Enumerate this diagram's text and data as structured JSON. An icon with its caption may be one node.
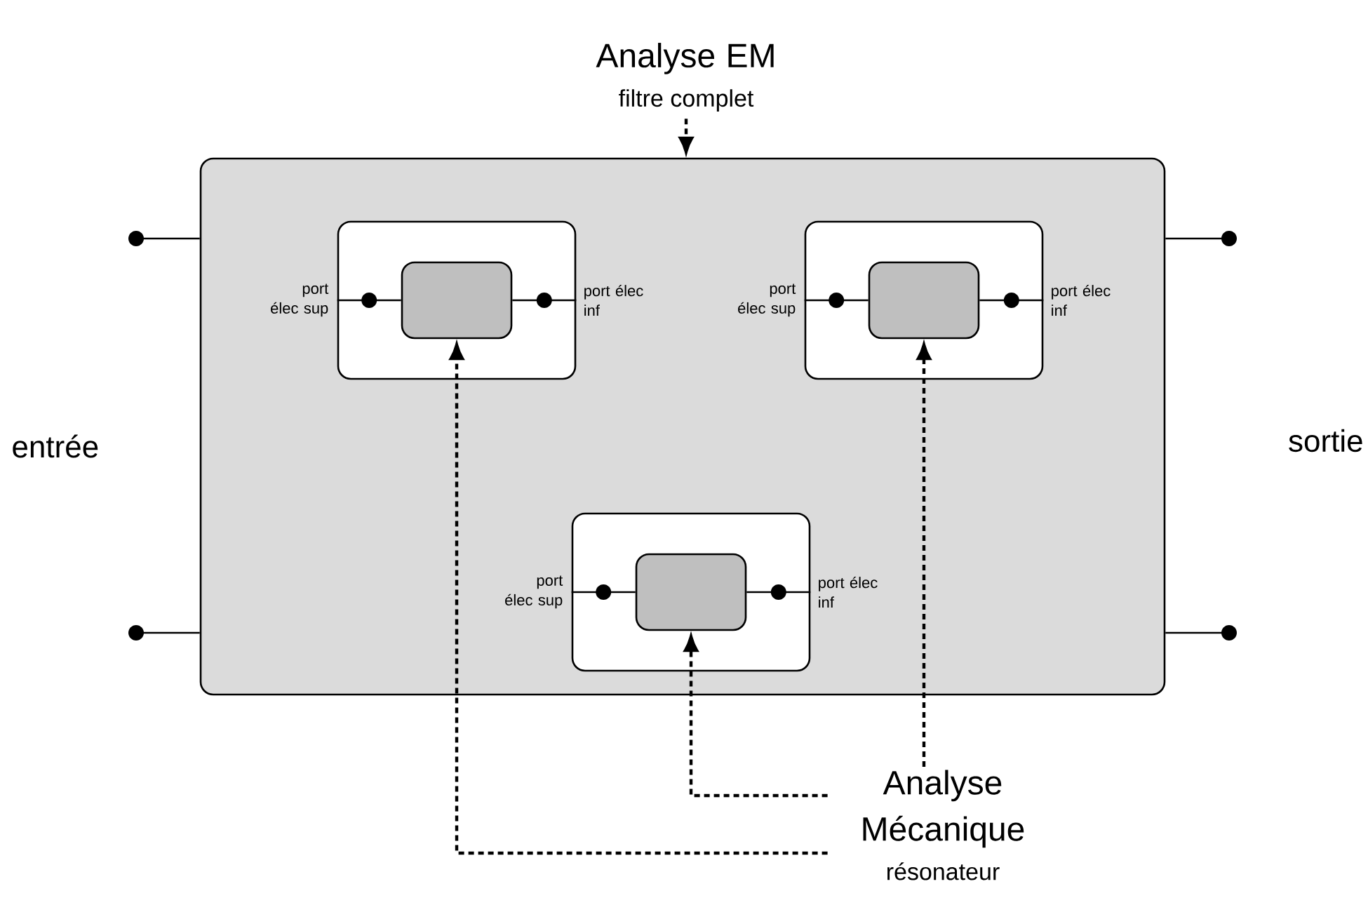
{
  "diagram": {
    "nodes": [
      {
        "text": [
          "Analyse EM",
          "filtre complet"
        ]
      },
      {
        "text": [],
        "shape": "box"
      },
      {
        "text": [],
        "shape": "box",
        "in": 1,
        "beside": [
          "port élec sup",
          "port élec inf"
        ]
      },
      {
        "text": [],
        "shape": "box",
        "in": 2
      },
      {
        "text": [],
        "shape": "box",
        "in": 1,
        "beside": [
          "port élec sup",
          "port élec inf"
        ]
      },
      {
        "text": [],
        "shape": "box",
        "in": 4
      },
      {
        "text": [],
        "shape": "box",
        "in": 1,
        "beside": [
          "port élec sup",
          "port élec inf"
        ]
      },
      {
        "text": [],
        "shape": "box",
        "in": 6
      },
      {
        "text": [
          "Analyse Mécanique",
          "résonateur"
        ]
      }
    ],
    "edges": [
      {
        "from": 0,
        "to": 1,
        "arrow": "to",
        "style": "dashed"
      },
      {
        "from": 8,
        "to": 3,
        "arrow": "to",
        "style": "dashed"
      },
      {
        "from": 8,
        "to": 5,
        "arrow": "to",
        "style": "dashed"
      },
      {
        "from": 8,
        "to": 7,
        "arrow": "to",
        "style": "dashed"
      }
    ],
    "labels": [
      "entrée",
      "sortie"
    ]
  }
}
